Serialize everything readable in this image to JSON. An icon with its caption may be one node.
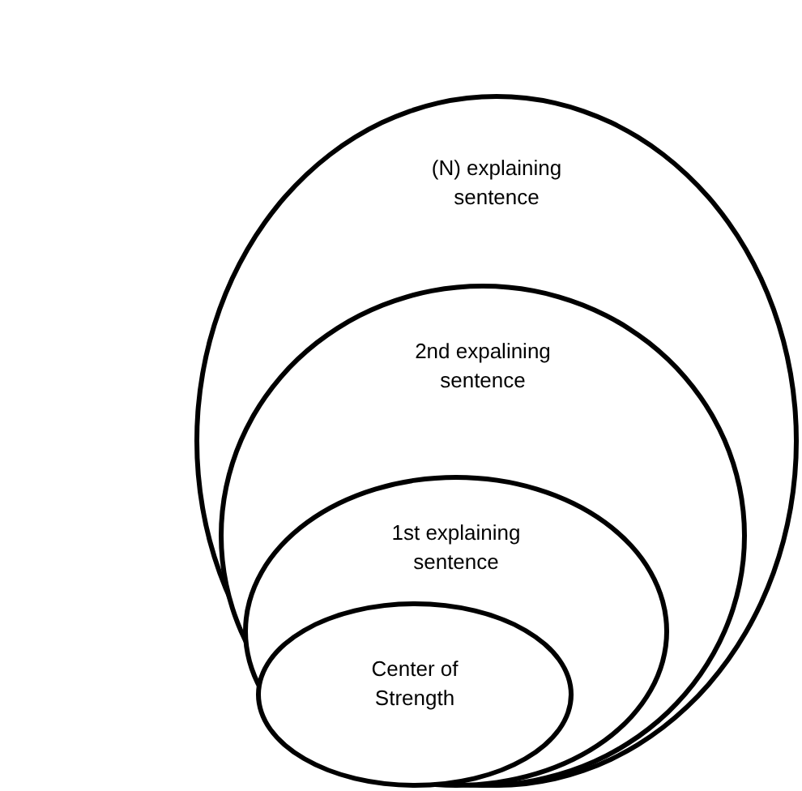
{
  "diagram": {
    "nodes": [
      {
        "text": [
          "(N) explaining sentence"
        ]
      },
      {
        "text": [
          "2nd expalining sentence"
        ],
        "in": 0
      },
      {
        "text": [
          "1st explaining sentence"
        ],
        "in": 1
      },
      {
        "text": [
          "Center of Strength"
        ],
        "in": 2
      }
    ]
  }
}
